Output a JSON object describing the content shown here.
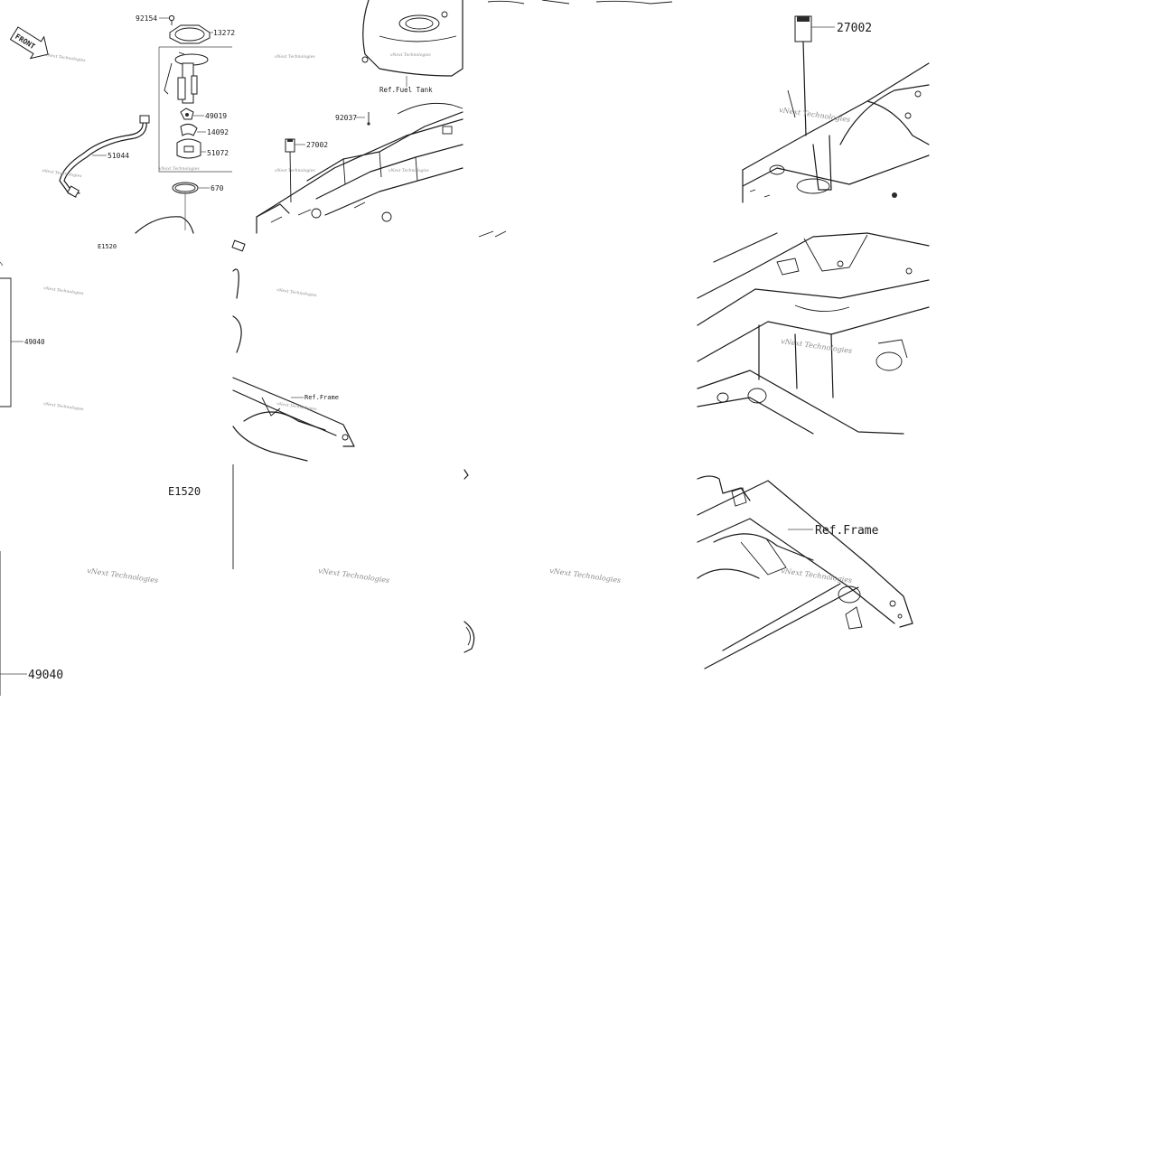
{
  "parts": {
    "p92154": "92154",
    "p13272": "13272",
    "p49019": "49019",
    "p14092": "14092",
    "p51072": "51072",
    "p51044": "51044",
    "p670": "670",
    "p92037": "92037",
    "p27002_small": "27002",
    "p27002_large": "27002",
    "p49040_small": "49040",
    "p49040_large": "49040"
  },
  "refs": {
    "fuel_tank": "Ref.Fuel Tank",
    "frame_small": "Ref.Frame",
    "frame_large": "Ref.Frame"
  },
  "codes": {
    "e1520_small": "E1520",
    "e1520_large": "E1520"
  },
  "front_badge": "FRONT",
  "watermark": "vNext Technologies",
  "colors": {
    "line": "#1a1a1a",
    "watermark": "#8a8a8a"
  }
}
